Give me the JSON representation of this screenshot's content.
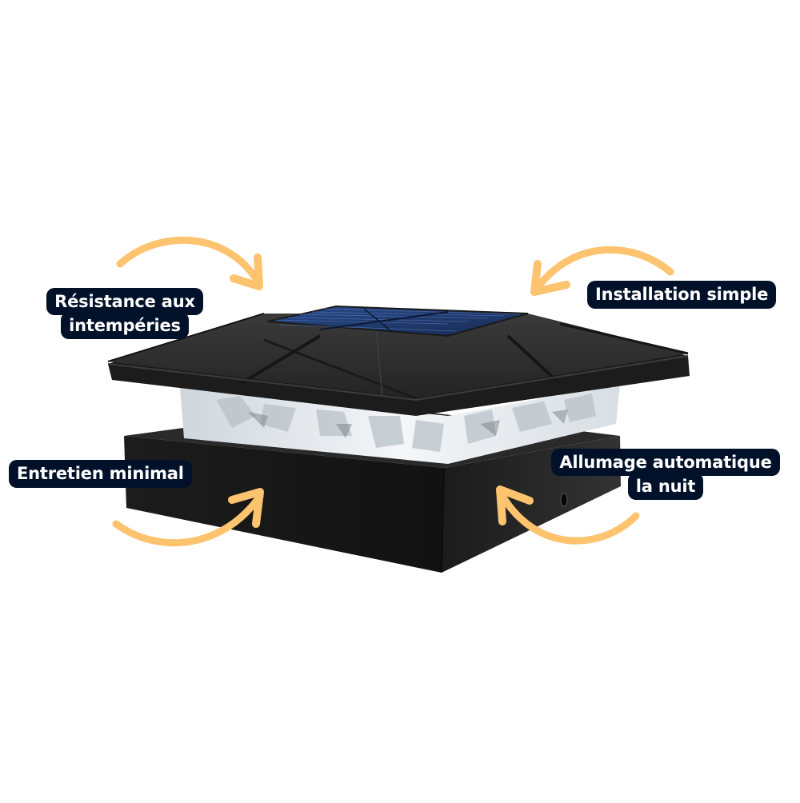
{
  "product": {
    "name": "solar-post-cap-light",
    "colors": {
      "housing": "#2b2b2b",
      "housing_dark": "#161616",
      "solar_panel": "#1f3564",
      "lens": "#e9eef2",
      "label_bg": "#02112a",
      "arrow": "#fdc36f"
    }
  },
  "features": [
    {
      "id": "weather",
      "lines": [
        "Résistance aux",
        "intempéries"
      ]
    },
    {
      "id": "install",
      "lines": [
        "Installation simple"
      ]
    },
    {
      "id": "maintenance",
      "lines": [
        "Entretien minimal"
      ]
    },
    {
      "id": "auto_light",
      "lines": [
        "Allumage automatique",
        "la nuit"
      ]
    }
  ],
  "icons": {
    "arrow": "curved-arrow-icon"
  }
}
